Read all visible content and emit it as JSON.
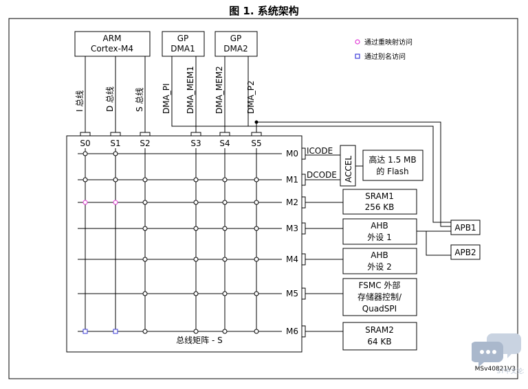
{
  "figure": {
    "title": "图 1. 系统架构",
    "version": "MSv40821V3"
  },
  "legend": [
    {
      "marker": "circle",
      "color": "#e23bd6",
      "text": "通过重映射访问"
    },
    {
      "marker": "square",
      "color": "#3b3bd9",
      "text": "通过别名访问"
    }
  ],
  "masters": [
    {
      "id": "cortex",
      "lines": [
        "ARM",
        "Cortex-M4"
      ]
    },
    {
      "id": "dma1",
      "lines": [
        "GP",
        "DMA1"
      ]
    },
    {
      "id": "dma2",
      "lines": [
        "GP",
        "DMA2"
      ]
    }
  ],
  "bus_labels": {
    "ibus": "I 总线",
    "dbus": "D 总线",
    "sbus": "S 总线",
    "dma_pi": "DMA_PI",
    "dma_mem1": "DMA_MEM1",
    "dma_mem2": "DMA_MEM2",
    "dma_p2": "DMA_P2"
  },
  "slave_ports": [
    "S0",
    "S1",
    "S2",
    "S3",
    "S4",
    "S5"
  ],
  "master_ports": [
    "M0",
    "M1",
    "M2",
    "M3",
    "M4",
    "M5",
    "M6"
  ],
  "matrix_label": "总线矩阵 - S",
  "icode": "ICODE",
  "dcode": "DCODE",
  "accel": "ACCEL",
  "targets": {
    "flash": [
      "高达 1.5 MB",
      "的 Flash"
    ],
    "sram1": [
      "SRAM1",
      "256 KB"
    ],
    "ahb1": [
      "AHB",
      "外设 1"
    ],
    "ahb2": [
      "AHB",
      "外设 2"
    ],
    "fsmc": [
      "FSMC 外部",
      "存储器控制/",
      "QuadSPI"
    ],
    "sram2": [
      "SRAM2",
      "64 KB"
    ]
  },
  "apb": [
    "APB1",
    "APB2"
  ],
  "watermark": "ST中文论坛",
  "colors": {
    "remap": "#e23bd6",
    "alias": "#3b3bd9",
    "line": "#000000"
  }
}
